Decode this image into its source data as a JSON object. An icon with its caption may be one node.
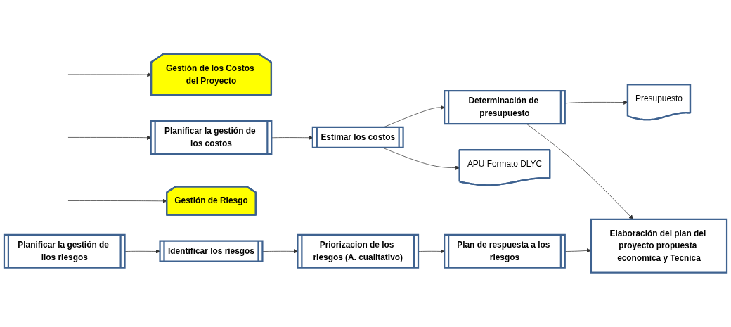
{
  "diagram": {
    "nodes": [
      {
        "text": [
          "Gestión de los Costos del Proyecto"
        ]
      },
      {
        "text": [
          "Planificar la gestión de los costos"
        ]
      },
      {
        "text": [
          "Estimar los costos"
        ]
      },
      {
        "text": [
          "Determinación de presupuesto"
        ]
      },
      {
        "text": [
          "APU Formato DLYC"
        ]
      },
      {
        "text": [
          "Presupuesto"
        ]
      },
      {
        "text": [
          "Gestión de Riesgo"
        ]
      },
      {
        "text": [
          "Planificar la gestión de llos riesgos"
        ]
      },
      {
        "text": [
          "Identificar los riesgos"
        ]
      },
      {
        "text": [
          "Priorizacion de los riesgos (A. cualitativo)"
        ]
      },
      {
        "text": [
          "Plan de respuesta a los riesgos"
        ]
      },
      {
        "text": [
          "Elaboración del plan del proyecto propuesta economica y Tecnica"
        ]
      }
    ],
    "edges": [
      {
        "from": null,
        "to": 0,
        "arrow": "to"
      },
      {
        "from": null,
        "to": 1,
        "arrow": "to"
      },
      {
        "from": 1,
        "to": 2,
        "arrow": "to"
      },
      {
        "from": 2,
        "to": 3,
        "arrow": "to"
      },
      {
        "from": 2,
        "to": 4,
        "arrow": "to"
      },
      {
        "from": 3,
        "to": 5,
        "arrow": "to"
      },
      {
        "from": 3,
        "to": 11,
        "arrow": "to"
      },
      {
        "from": null,
        "to": 6,
        "arrow": "to"
      },
      {
        "from": 7,
        "to": 8,
        "arrow": "to"
      },
      {
        "from": 8,
        "to": 9,
        "arrow": "to"
      },
      {
        "from": 9,
        "to": 10,
        "arrow": "to"
      },
      {
        "from": 10,
        "to": 11,
        "arrow": "to"
      }
    ]
  }
}
